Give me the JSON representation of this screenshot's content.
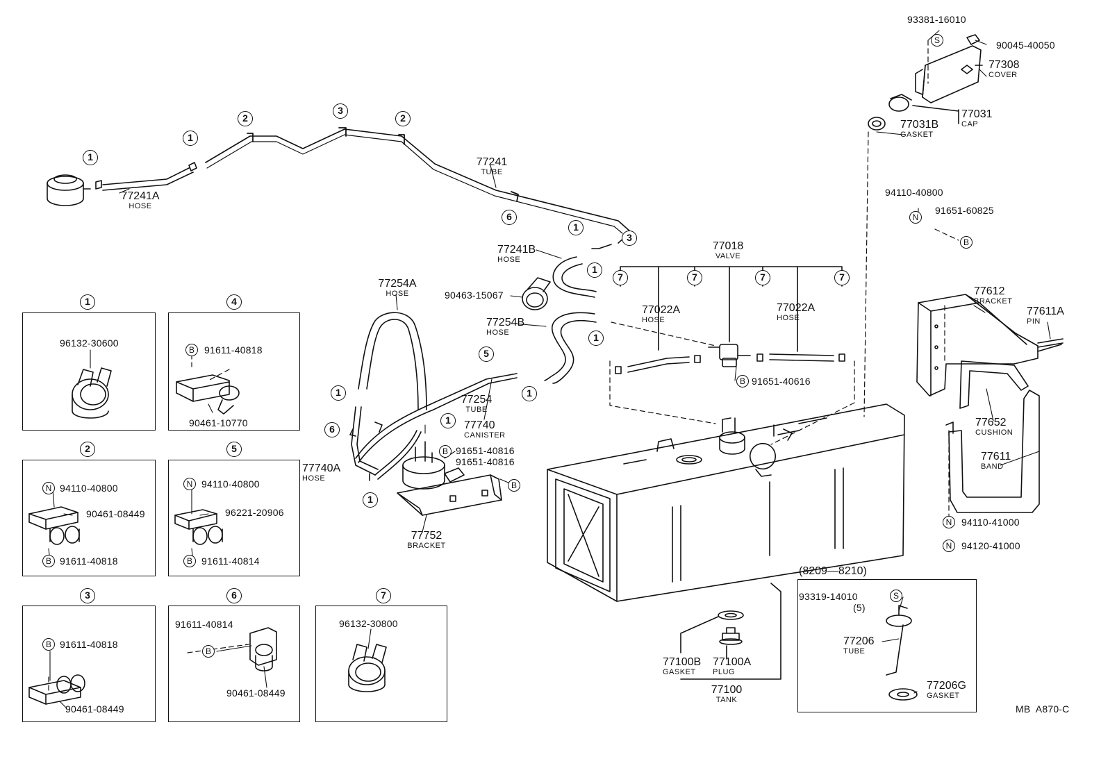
{
  "circled_marks": {
    "one": "1",
    "two": "2",
    "three": "3",
    "four": "4",
    "five": "5",
    "six": "6",
    "seven": "7"
  },
  "symbols": {
    "b": "B",
    "n": "N",
    "s": "S"
  },
  "parts": {
    "hose_77241A": {
      "number": "77241A",
      "name": "HOSE"
    },
    "tube_77241": {
      "number": "77241",
      "name": "TUBE"
    },
    "hose_77241B": {
      "number": "77241B",
      "name": "HOSE"
    },
    "clamp_90463": {
      "number": "90463-15067"
    },
    "hose_77254A": {
      "number": "77254A",
      "name": "HOSE"
    },
    "hose_77254B": {
      "number": "77254B",
      "name": "HOSE"
    },
    "tube_77254": {
      "number": "77254",
      "name": "TUBE"
    },
    "hose_77740A": {
      "number": "77740A",
      "name": "HOSE"
    },
    "canister": {
      "number": "77740",
      "name": "CANISTER"
    },
    "bolt_a": {
      "number": "91651-40816"
    },
    "bolt_b": {
      "number": "91651-40816"
    },
    "bracket_77752": {
      "number": "77752",
      "name": "BRACKET"
    },
    "valve": {
      "number": "77018",
      "name": "VALVE"
    },
    "hose_77022A_left": {
      "number": "77022A",
      "name": "HOSE"
    },
    "hose_77022A_right": {
      "number": "77022A",
      "name": "HOSE"
    },
    "bolt_valve": {
      "number": "91651-40616"
    },
    "screw_93381": {
      "number": "93381-16010"
    },
    "pin_90045": {
      "number": "90045-40050"
    },
    "cover": {
      "number": "77308",
      "name": "COVER"
    },
    "cap": {
      "number": "77031",
      "name": "CAP"
    },
    "gasket_cap": {
      "number": "77031B",
      "name": "GASKET"
    },
    "nut_94110_40800": {
      "number": "94110-40800"
    },
    "bolt_91651_60825": {
      "number": "91651-60825"
    },
    "bracket_77612": {
      "number": "77612",
      "name": "BRACKET"
    },
    "pin_77611A": {
      "number": "77611A",
      "name": "PIN"
    },
    "cushion": {
      "number": "77652",
      "name": "CUSHION"
    },
    "band": {
      "number": "77611",
      "name": "BAND"
    },
    "nut_94110_41000": {
      "number": "94110-41000"
    },
    "nut_94120_41000": {
      "number": "94120-41000"
    },
    "gasket_77100B": {
      "number": "77100B",
      "name": "GASKET"
    },
    "plug_77100A": {
      "number": "77100A",
      "name": "PLUG"
    },
    "tank": {
      "number": "77100",
      "name": "TANK"
    },
    "date_range": "(8209—8210)",
    "screw_93319": {
      "number": "93319-14010",
      "qty": "(5)"
    },
    "tube_77206": {
      "number": "77206",
      "name": "TUBE"
    },
    "gasket_77206G": {
      "number": "77206G",
      "name": "GASKET"
    }
  },
  "details": {
    "d1": {
      "mark": "1",
      "parts": [
        "96132-30600"
      ]
    },
    "d2": {
      "mark": "2",
      "parts": [
        "94110-40800",
        "90461-08449",
        "91611-40818"
      ]
    },
    "d3": {
      "mark": "3",
      "parts": [
        "91611-40818",
        "90461-08449"
      ]
    },
    "d4": {
      "mark": "4",
      "parts": [
        "91611-40818",
        "90461-10770"
      ]
    },
    "d5": {
      "mark": "5",
      "parts": [
        "94110-40800",
        "96221-20906",
        "91611-40814"
      ]
    },
    "d6": {
      "mark": "6",
      "parts": [
        "91611-40814",
        "90461-08449"
      ]
    },
    "d7": {
      "mark": "7",
      "parts": [
        "96132-30800"
      ]
    }
  },
  "figure_code": "MB  A870-C"
}
